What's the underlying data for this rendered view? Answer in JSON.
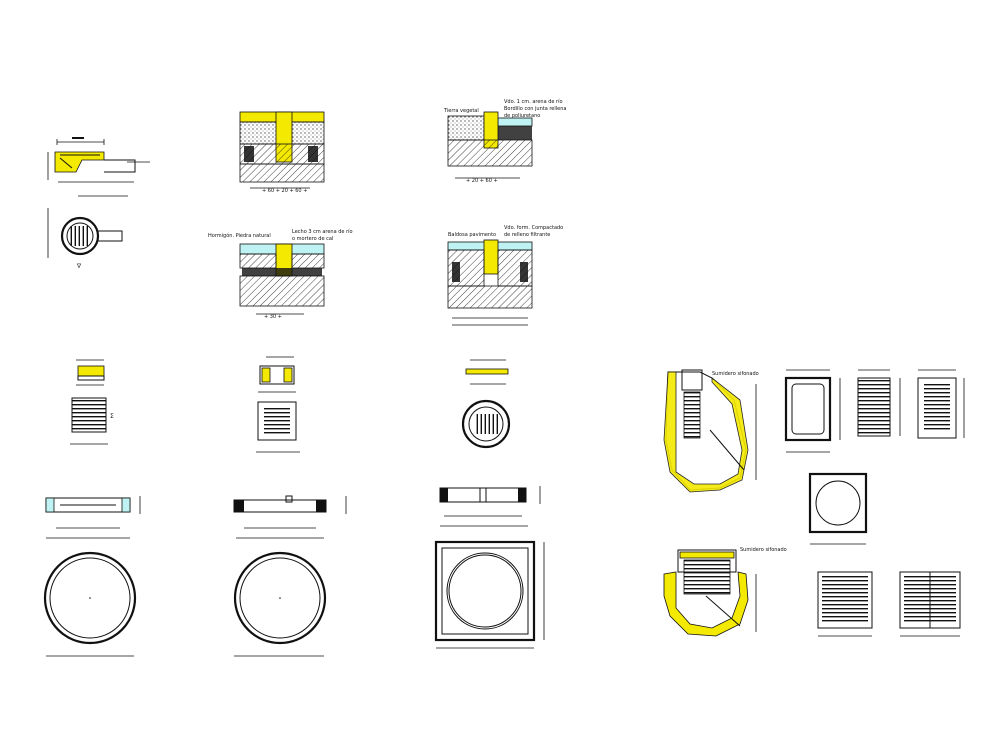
{
  "drawing": {
    "notes": {
      "section_b_label_left": "Tierra vegetal",
      "section_b_note_line1": "Vdo. 1 cm. arena de río",
      "section_b_note_line2": "Bordillo con junta rellena",
      "section_b_note_line3": "de poliuretano",
      "section_c_label_left": "Hormigón. Piedra natural",
      "section_c_note_line1": "Lecho 3 cm arena de río",
      "section_c_note_line2": "o mortero de cal",
      "section_d_label_left": "Baldosa pavimento",
      "section_d_note_line1": "Vdo. form. Compactado",
      "section_d_note_line2": "de relleno filtrante",
      "pit_top_label": "Sumidero sifonado",
      "pit_bottom_label": "Sumidero sifonado"
    },
    "colors": {
      "line": "#111111",
      "highlight_yellow": "#f4e900",
      "highlight_cyan": "#bff3f3",
      "background": "#ffffff"
    }
  }
}
